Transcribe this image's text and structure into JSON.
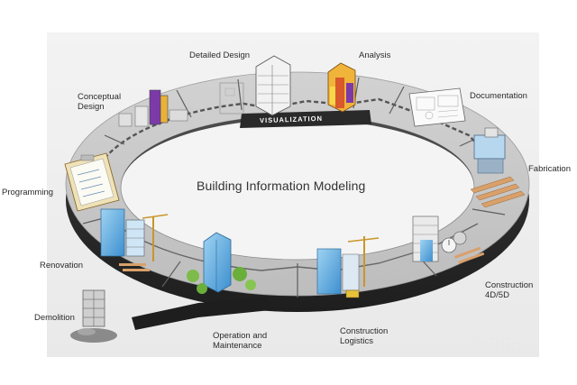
{
  "diagram": {
    "title": "Building Information Modeling",
    "ring_label": "VISUALIZATION",
    "watermark": "© 99c",
    "stages": [
      {
        "id": "detailed-design",
        "lines": [
          "Detailed Design"
        ]
      },
      {
        "id": "analysis",
        "lines": [
          "Analysis"
        ]
      },
      {
        "id": "conceptual-design",
        "lines": [
          "Conceptual",
          "Design"
        ]
      },
      {
        "id": "documentation",
        "lines": [
          "Documentation"
        ]
      },
      {
        "id": "fabrication",
        "lines": [
          "Fabrication"
        ]
      },
      {
        "id": "programming",
        "lines": [
          "Programming"
        ]
      },
      {
        "id": "renovation",
        "lines": [
          "Renovation"
        ]
      },
      {
        "id": "construction-4d5d",
        "lines": [
          "Construction",
          "4D/5D"
        ]
      },
      {
        "id": "demolition",
        "lines": [
          "Demolition"
        ]
      },
      {
        "id": "operation-maintenance",
        "lines": [
          "Operation and",
          "Maintenance"
        ]
      },
      {
        "id": "construction-logistics",
        "lines": [
          "Construction",
          "Logistics"
        ]
      }
    ]
  }
}
